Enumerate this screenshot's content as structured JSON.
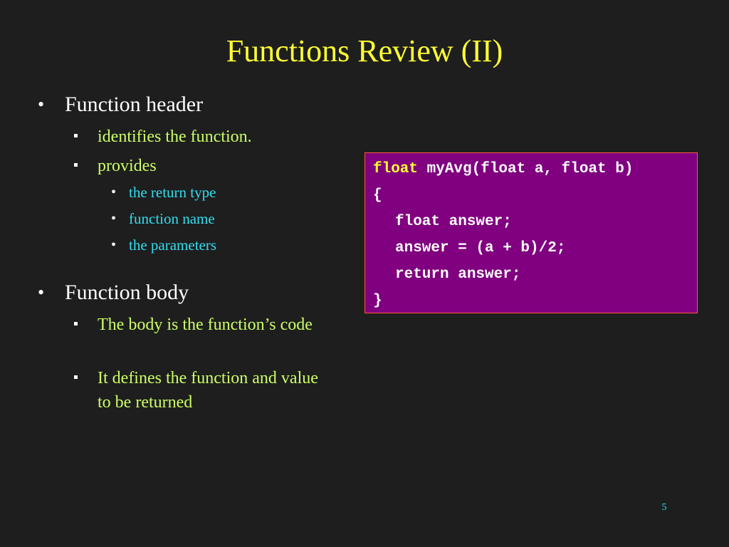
{
  "slide": {
    "title": "Functions Review (II)",
    "page_number": "5"
  },
  "bullets": {
    "header": {
      "label": "Function header",
      "sub": [
        "identifies the function.",
        "provides"
      ],
      "provides_items": [
        "the return type",
        "function name",
        "the parameters"
      ]
    },
    "body": {
      "label": "Function body",
      "sub": [
        "The body is the function’s code",
        "It defines the function and value to be returned"
      ]
    }
  },
  "code": {
    "keyword": "float",
    "signature_rest": " myAvg(float a, float b)",
    "open_brace": "{",
    "lines": [
      "float answer;",
      "answer = (a + b)/2;",
      "return answer;"
    ],
    "close_brace": "}"
  },
  "colors": {
    "background": "#1e1e1e",
    "title": "#ffff33",
    "level1_text": "#ffffff",
    "level2_text": "#ccff66",
    "level3_text": "#33ddee",
    "code_box_fill": "#800080",
    "code_box_border": "#ff5a3c",
    "code_keyword": "#ffff33"
  }
}
